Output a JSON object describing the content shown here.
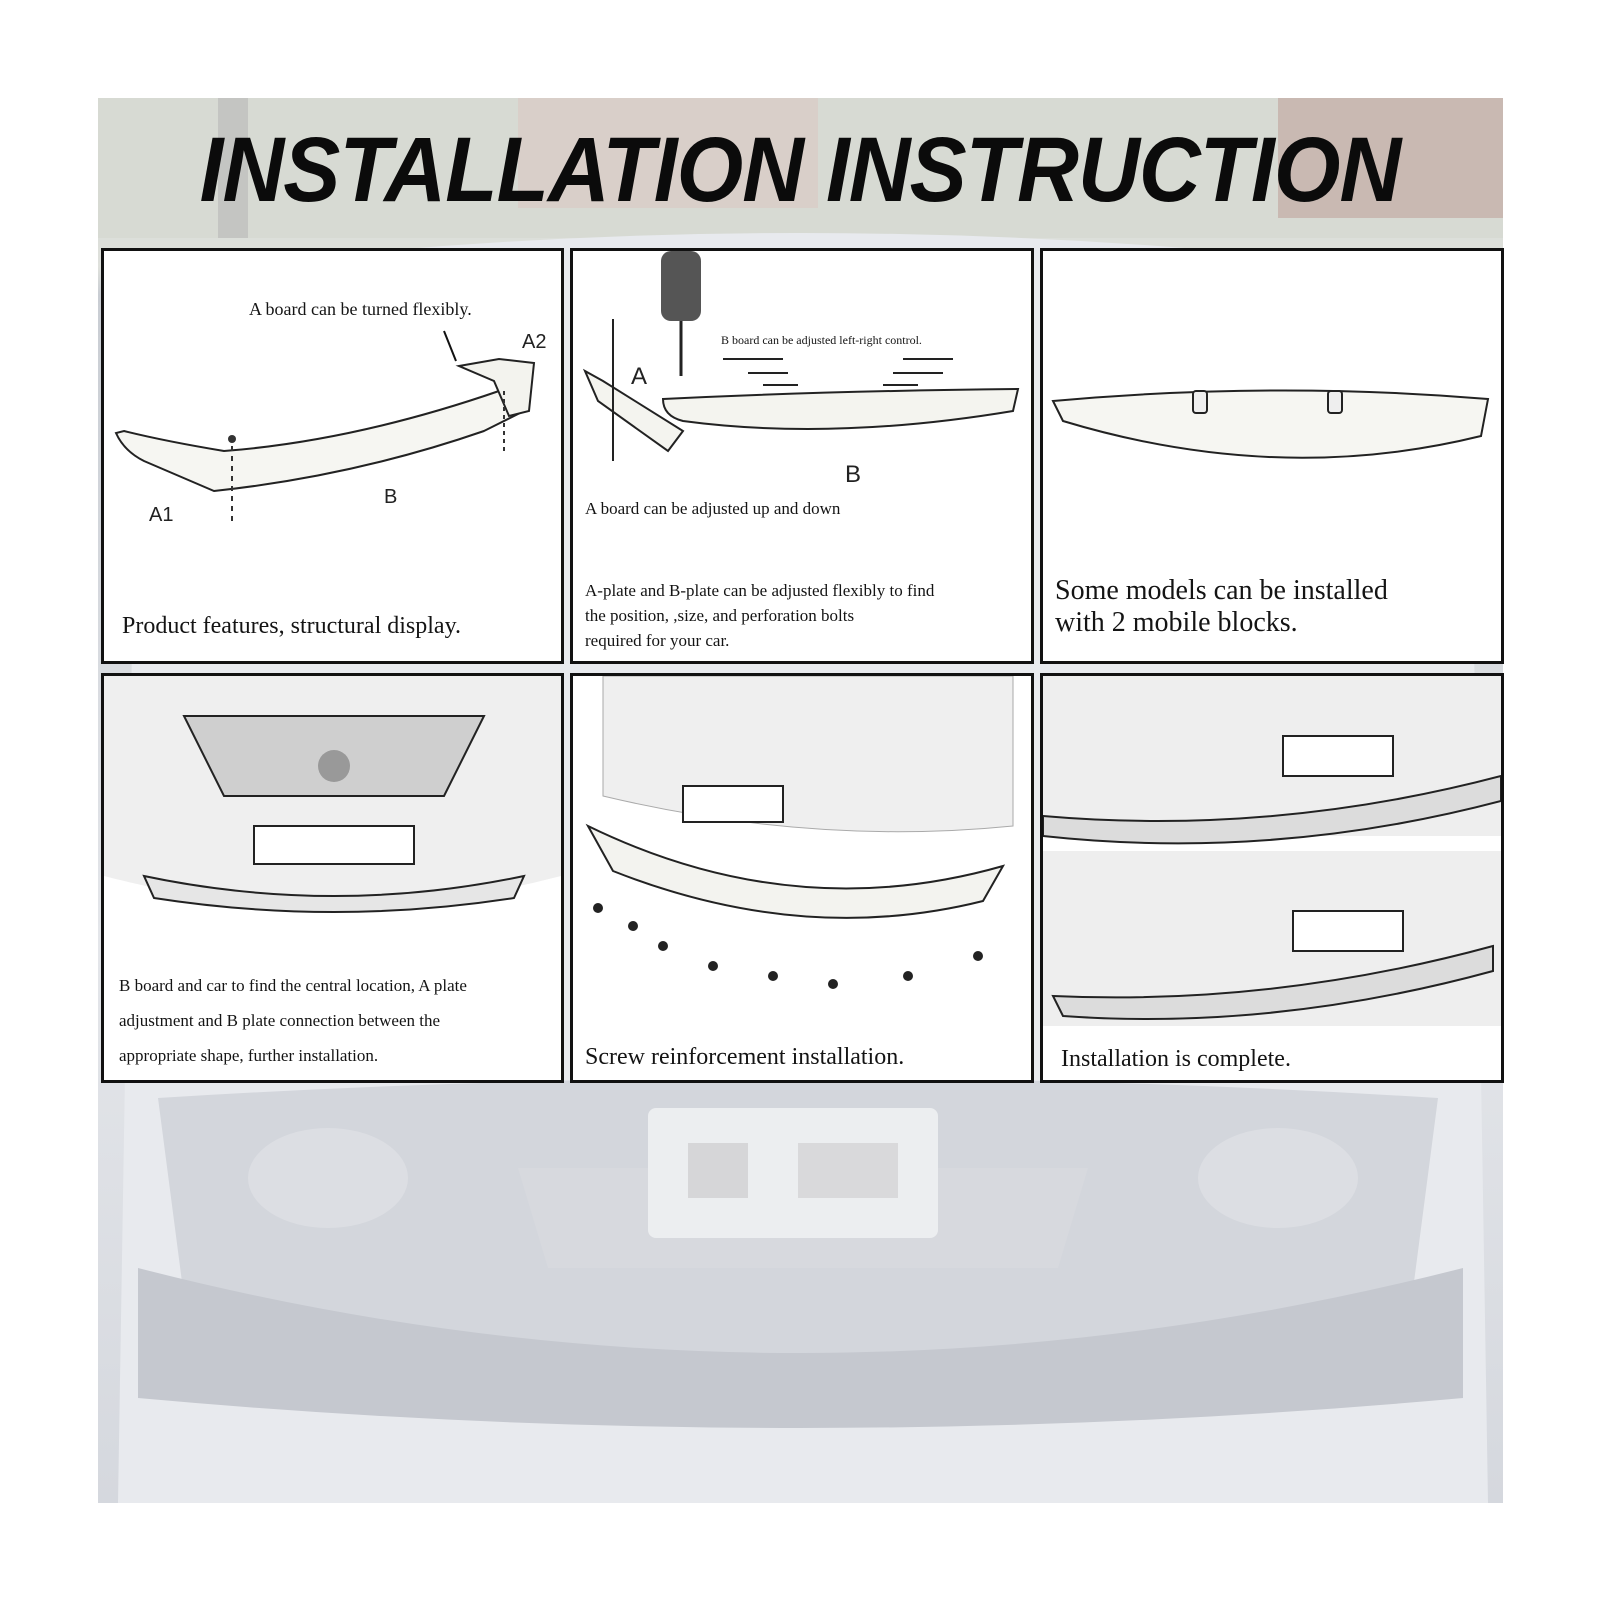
{
  "title": "INSTALLATION INSTRUCTION",
  "panels": {
    "p1": {
      "note": "A board can be turned flexibly.",
      "label_a1": "A1",
      "label_a2": "A2",
      "label_b": "B",
      "caption": "Product features, structural display."
    },
    "p2": {
      "note_b": "B board can be adjusted left-right control.",
      "label_a": "A",
      "label_b": "B",
      "note_a": "A board can be adjusted up and down",
      "caption_lines": [
        "A-plate and B-plate can be adjusted flexibly to find",
        "the position, ,size, and perforation bolts",
        "required for your car."
      ]
    },
    "p3": {
      "caption_lines": [
        "Some models can be installed",
        "with 2 mobile blocks."
      ]
    },
    "p4": {
      "caption_lines": [
        "B board and car to find the central location, A plate",
        "adjustment and B plate connection between the",
        "appropriate shape, further installation."
      ]
    },
    "p5": {
      "caption": "Screw reinforcement installation."
    },
    "p6": {
      "caption": "Installation is complete."
    }
  },
  "colors": {
    "border": "#111111",
    "title": "#0b0b0b",
    "background_photo": "#dfe1e5"
  }
}
